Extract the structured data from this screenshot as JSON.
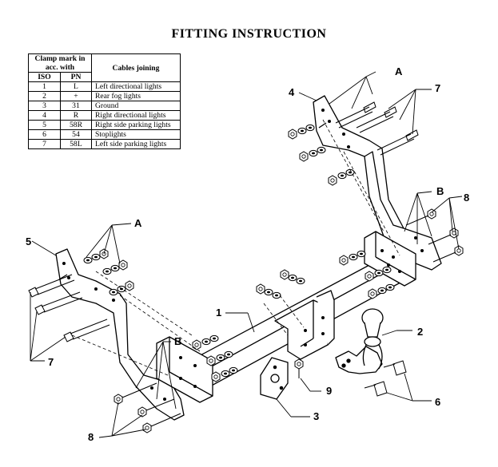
{
  "title": "FITTING INSTRUCTION",
  "table": {
    "header_clamp": "Clamp mark in acc. with",
    "header_cables": "Cables joining",
    "col_iso": "ISO",
    "col_pn": "PN",
    "rows": [
      {
        "iso": "1",
        "pn": "L",
        "desc": "Left directional lights"
      },
      {
        "iso": "2",
        "pn": "+",
        "desc": "Rear fog lights"
      },
      {
        "iso": "3",
        "pn": "31",
        "desc": "Ground"
      },
      {
        "iso": "4",
        "pn": "R",
        "desc": "Right directional lights"
      },
      {
        "iso": "5",
        "pn": "58R",
        "desc": "Right side parking lights"
      },
      {
        "iso": "6",
        "pn": "54",
        "desc": "Stoplights"
      },
      {
        "iso": "7",
        "pn": "58L",
        "desc": "Left side parking lights"
      }
    ]
  },
  "callouts": {
    "label_1": "1",
    "label_2": "2",
    "label_3": "3",
    "label_4": "4",
    "label_5": "5",
    "label_6": "6",
    "label_7_top": "7",
    "label_7_left": "7",
    "label_8_right": "8",
    "label_8_bottom": "8",
    "label_9": "9",
    "label_a_top": "A",
    "label_a_left": "A",
    "label_b_right": "B",
    "label_b_left": "B"
  }
}
